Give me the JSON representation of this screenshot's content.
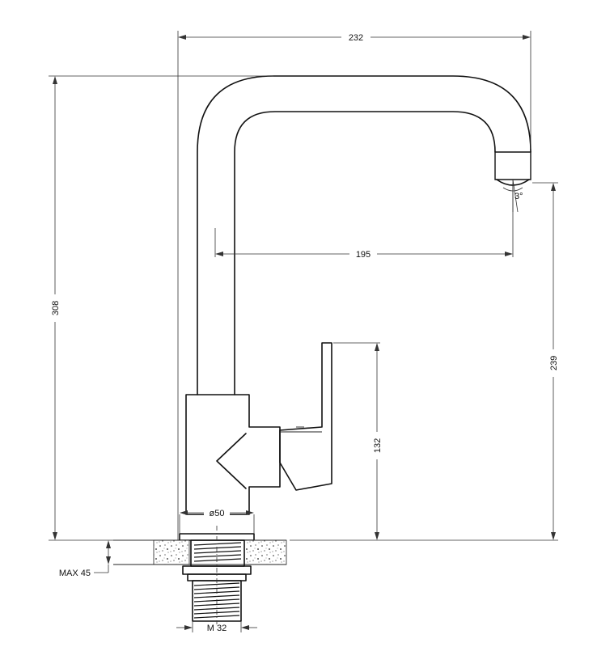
{
  "dimensions": {
    "overall_width": "232",
    "overall_height": "308",
    "spout_reach": "195",
    "spout_height": "239",
    "lever_height": "132",
    "base_diameter": "ø50",
    "thread_size": "M 32",
    "max_counter_thickness": "MAX 45",
    "spout_angle": "3°"
  }
}
